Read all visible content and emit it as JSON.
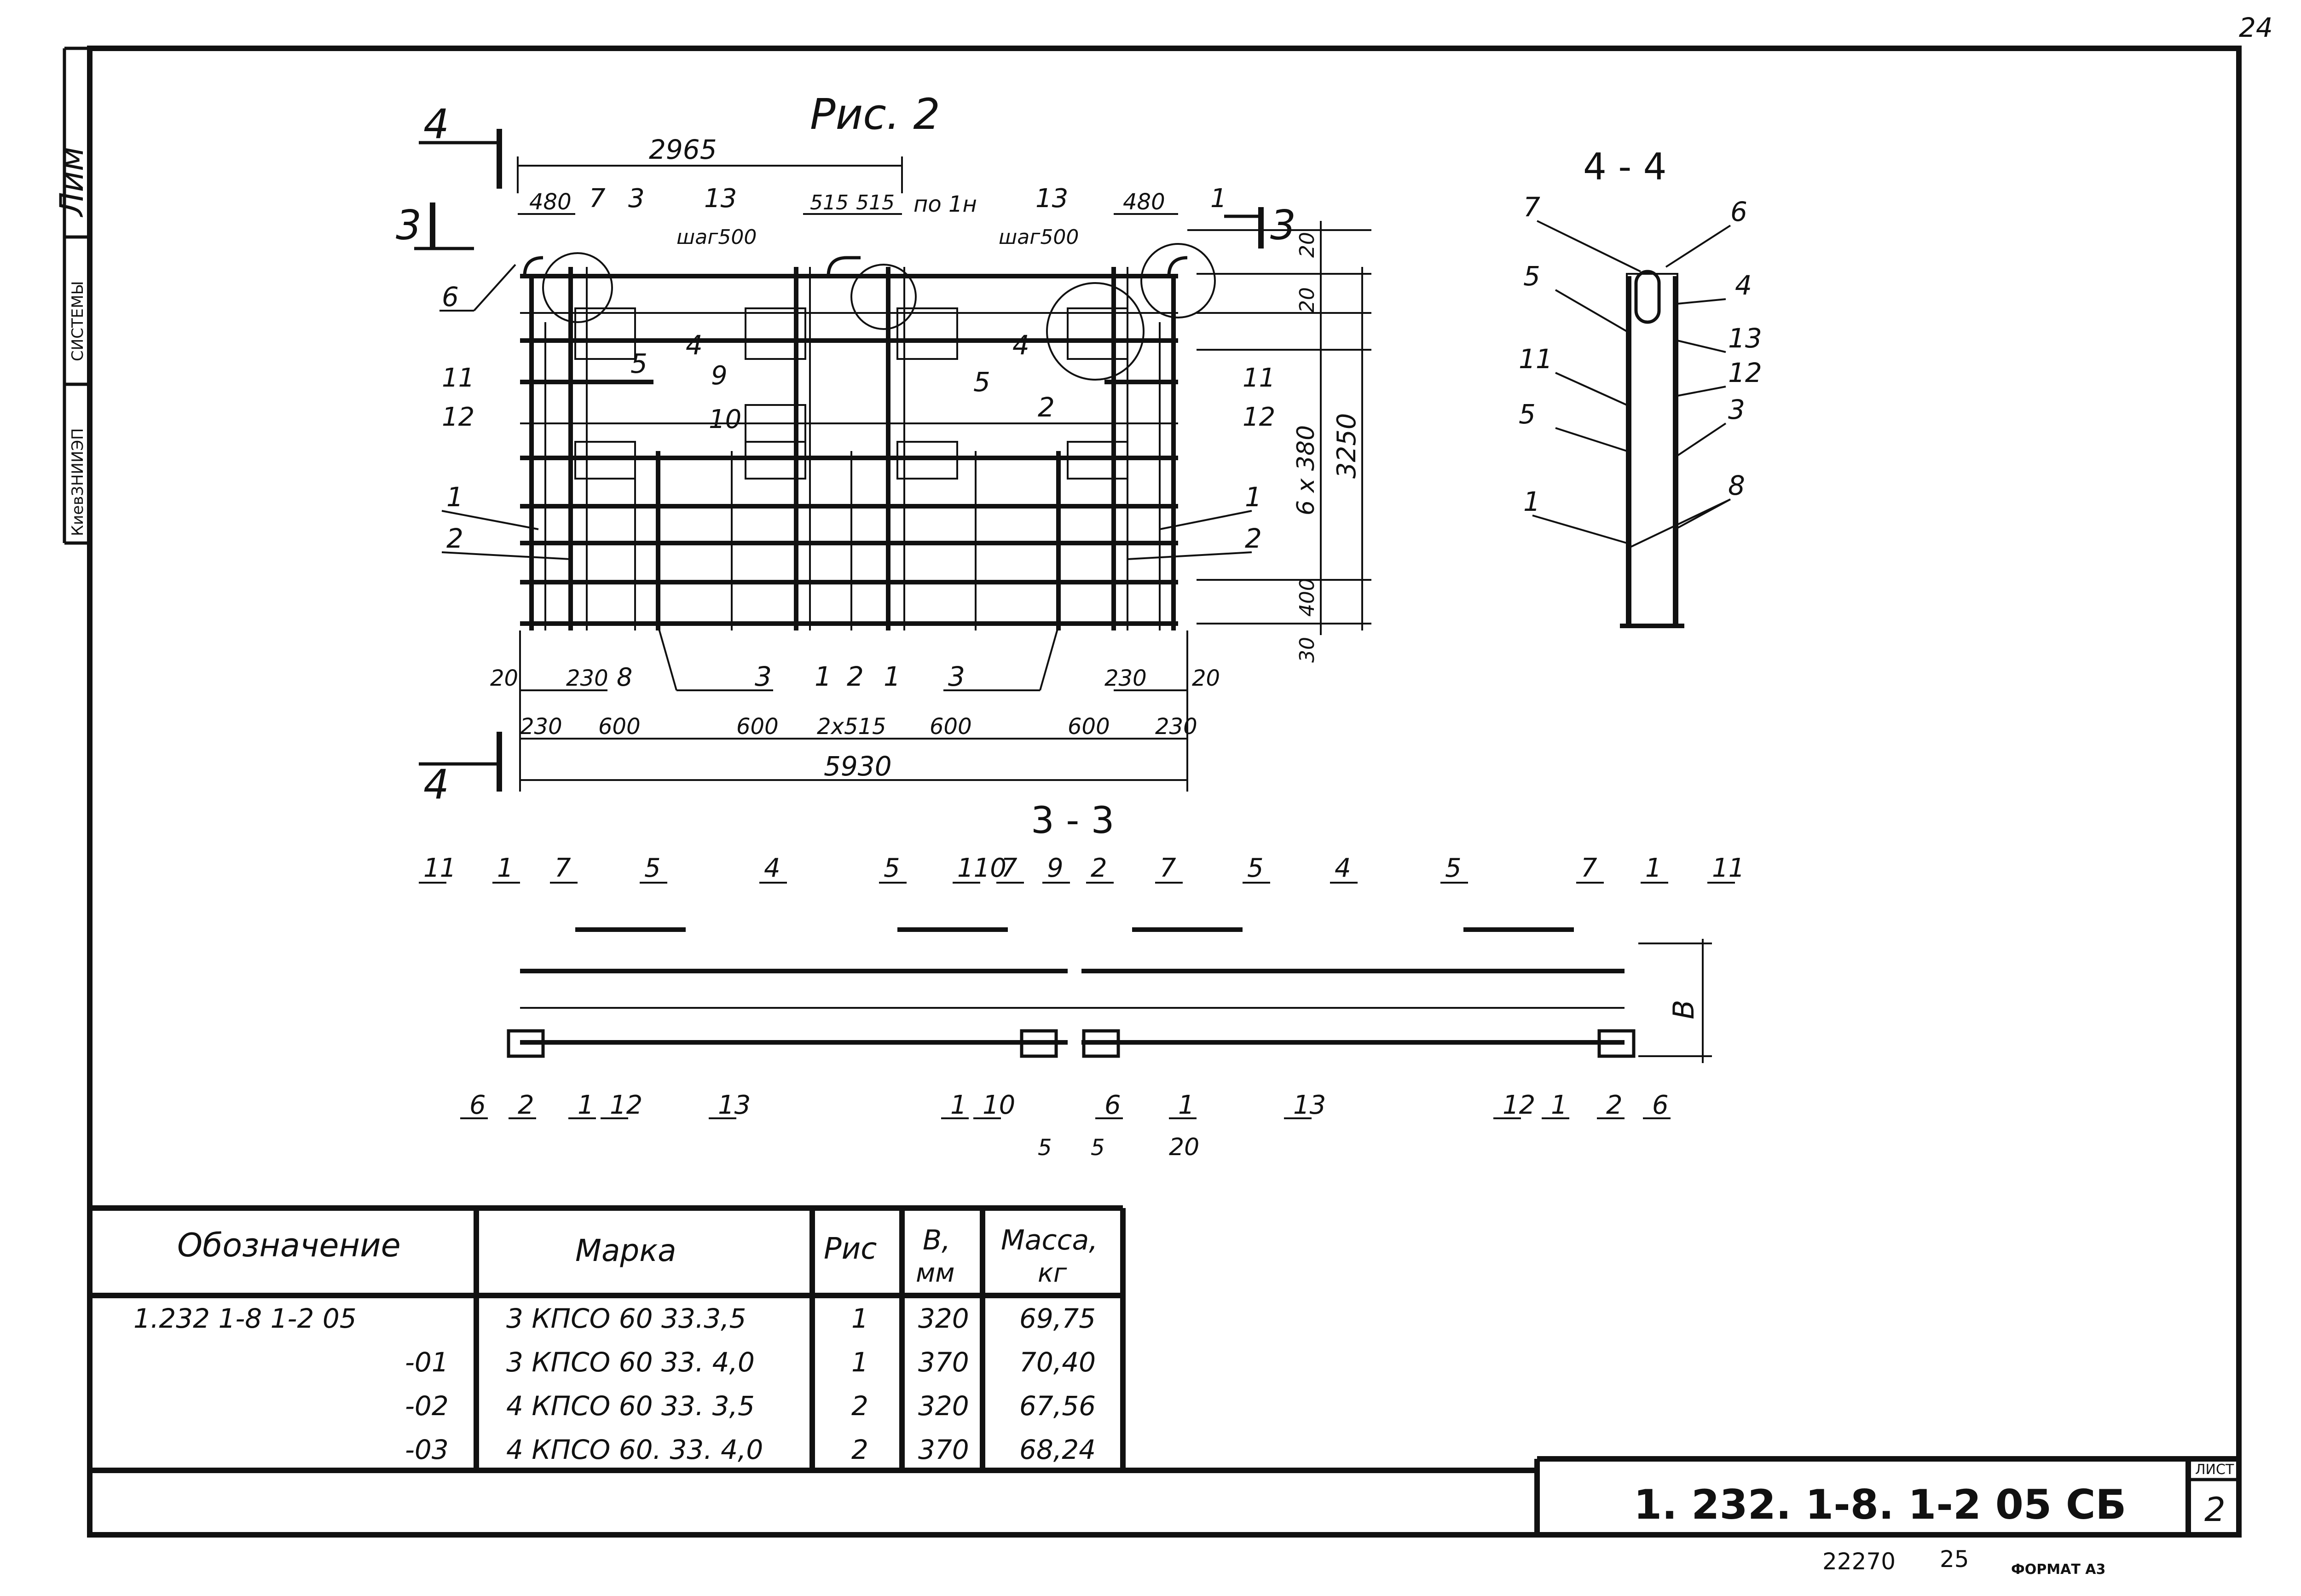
{
  "sheet": {
    "corner_number": "24",
    "side_stamp": {
      "signature": "Лим",
      "dept": "СИСТЕМЫ",
      "org": "КиевЗНИИЭП"
    }
  },
  "figure": {
    "title": "Рис. 2",
    "section_4_label": "4",
    "section_3_label": "3",
    "dims": {
      "d2965": "2965",
      "d480a": "480",
      "d480b": "480",
      "d515a": "515",
      "d515b": "515",
      "step_a": "шаг500",
      "step_b": "шаг500",
      "pol_n": "по 1н",
      "d20a": "20",
      "d20b": "20",
      "d6x380": "6 x 380",
      "d3250": "3250",
      "d400": "400",
      "d30": "30",
      "d20c": "20",
      "d230a": "230",
      "d230b": "230",
      "d230c": "230",
      "d230d": "230",
      "d600a": "600",
      "d600b": "600",
      "d2x515": "2x515",
      "d600c": "600",
      "d600d": "600",
      "d20d": "20",
      "d5930": "5930"
    },
    "marks": {
      "m7": "7",
      "m3": "3",
      "m13a": "13",
      "m13b": "13",
      "m1a": "1",
      "m6": "6",
      "m5a": "5",
      "m5b": "5",
      "m4a": "4",
      "m4b": "4",
      "m9": "9",
      "m10": "10",
      "m11a": "11",
      "m12a": "12",
      "m11b": "11",
      "m12b": "12",
      "m2c": "2",
      "m1l": "1",
      "m2l": "2",
      "m1r": "1",
      "m2r": "2",
      "b8": "8",
      "b3a": "3",
      "b1a": "1",
      "b2": "2",
      "b1b": "1",
      "b3b": "3"
    }
  },
  "section44": {
    "title": "4 - 4",
    "marks": {
      "m7": "7",
      "m6": "6",
      "m5a": "5",
      "m4": "4",
      "m13": "13",
      "m11": "11",
      "m12": "12",
      "m5b": "5",
      "m3": "3",
      "m8": "8",
      "m1": "1"
    }
  },
  "section33": {
    "title": "3 - 3",
    "top": [
      "11",
      "1",
      "7",
      "5",
      "4",
      "5",
      "110",
      "7",
      "9",
      "2",
      "7",
      "5",
      "4",
      "5",
      "7",
      "1",
      "11"
    ],
    "bottom": [
      "6",
      "2",
      "1",
      "12",
      "13",
      "1",
      "10",
      "6",
      "1",
      "13",
      "12",
      "1",
      "2",
      "6"
    ],
    "dims": {
      "d5a": "5",
      "d5b": "5",
      "d20": "20",
      "dB": "B"
    }
  },
  "spec_table": {
    "headers": {
      "designation": "Обозначение",
      "mark": "Марка",
      "fig": "Рис",
      "b_mm_top": "В,",
      "b_mm_bot": "мм",
      "mass_top": "Масса,",
      "mass_bot": "кг"
    },
    "rows": [
      {
        "designation": "1.232  1-8    1-2 05",
        "mark": "3 КПСО 60 33.3,5",
        "fig": "1",
        "b": "320",
        "mass": "69,75"
      },
      {
        "designation": "-01",
        "mark": "3 КПСО 60 33. 4,0",
        "fig": "1",
        "b": "370",
        "mass": "70,40"
      },
      {
        "designation": "-02",
        "mark": "4 КПСО 60  33. 3,5",
        "fig": "2",
        "b": "320",
        "mass": "67,56"
      },
      {
        "designation": "-03",
        "mark": "4 КПСО 60. 33. 4,0",
        "fig": "2",
        "b": "370",
        "mass": "68,24"
      }
    ]
  },
  "title_block": {
    "code": "1. 232. 1-8.  1-2  05 СБ",
    "sheet_label": "ЛИСТ",
    "sheet_no": "2"
  },
  "footer": {
    "inv": "22270",
    "page": "25",
    "format": "ФОРМАТ А3"
  }
}
